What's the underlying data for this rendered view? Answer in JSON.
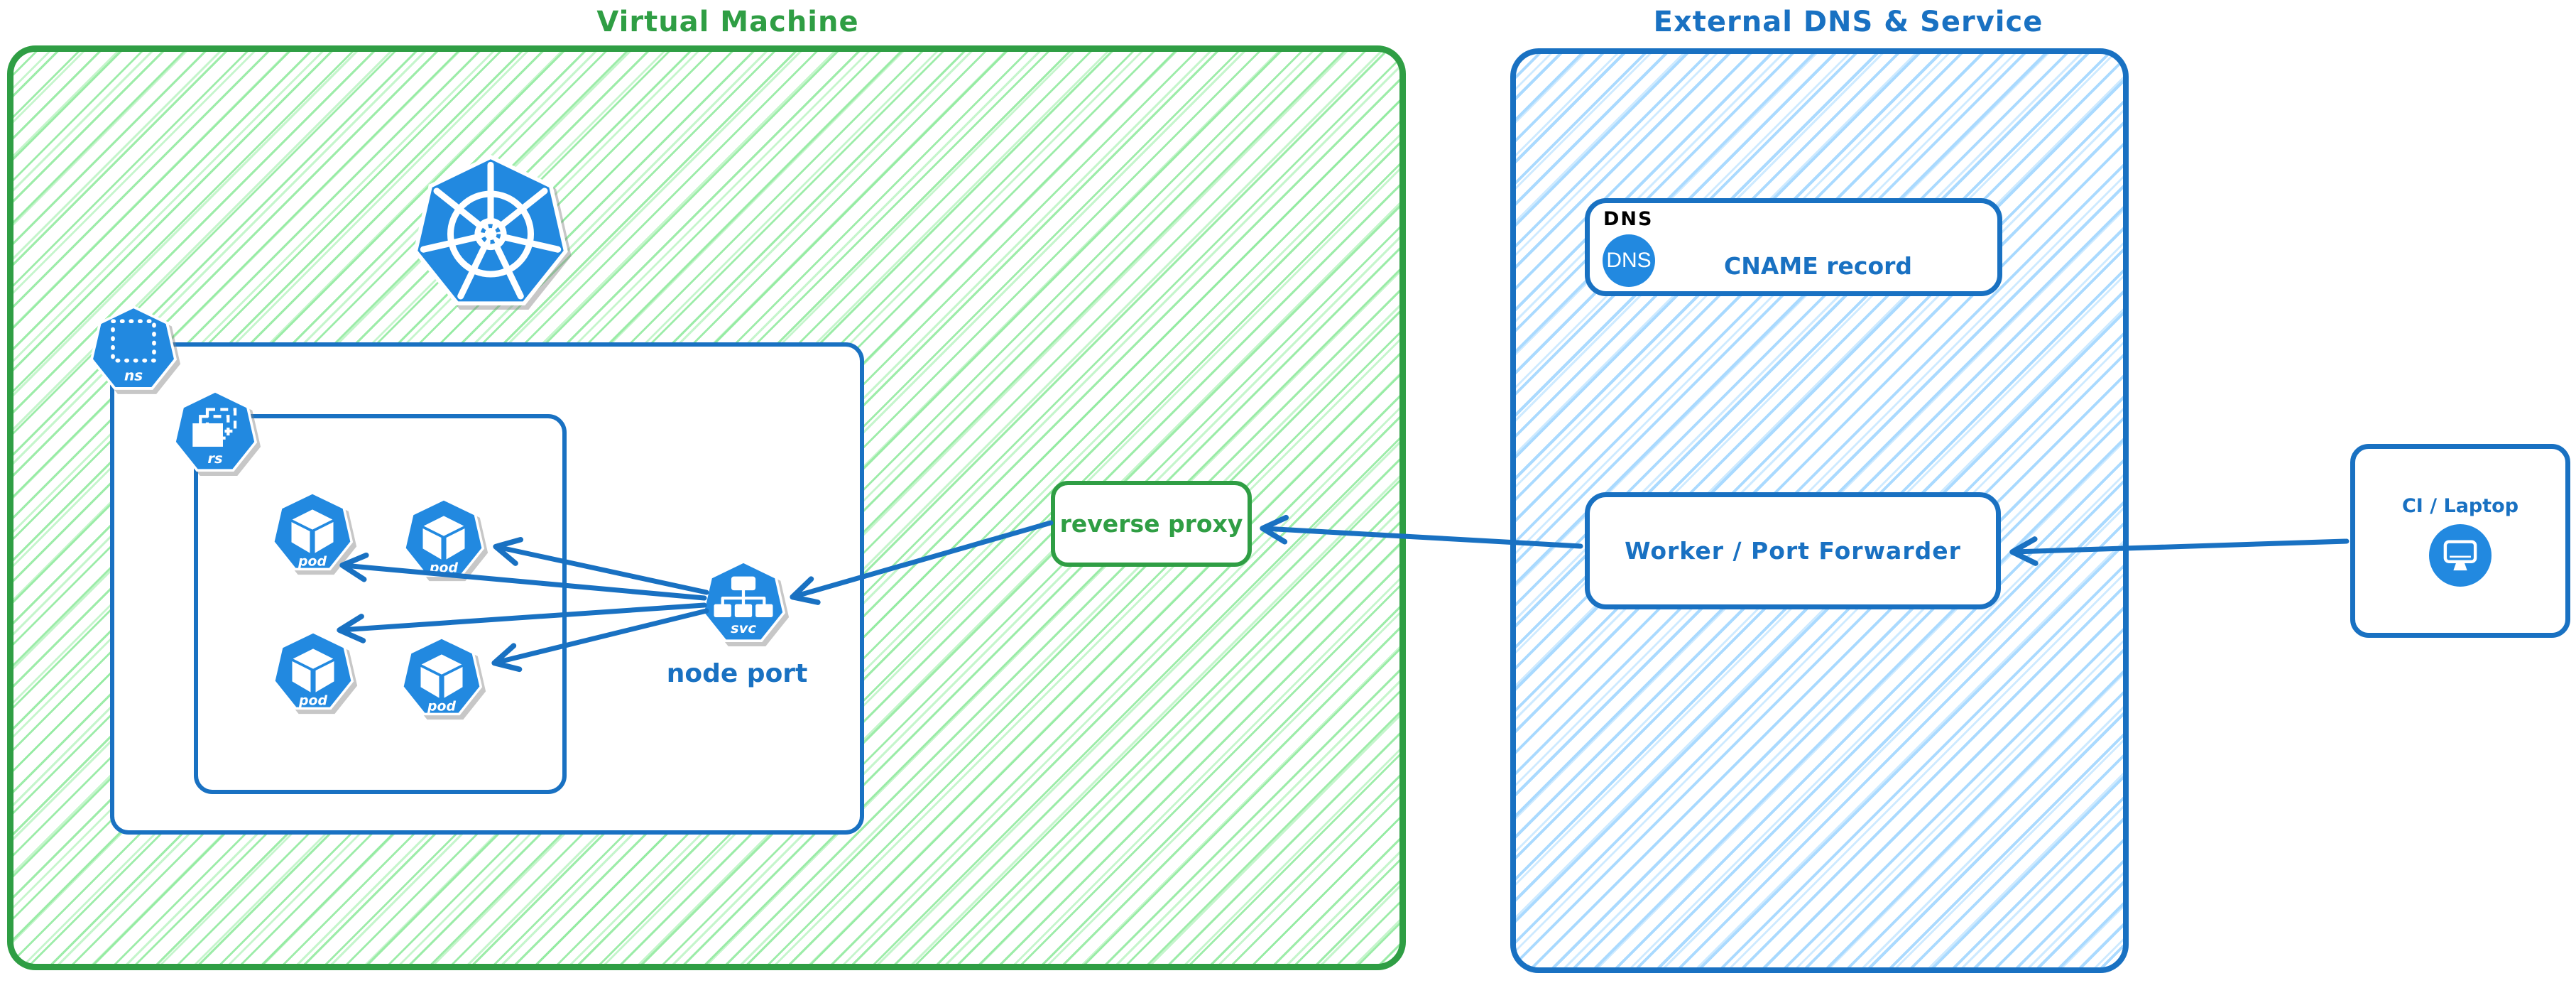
{
  "colors": {
    "green": "#2f9e44",
    "blue": "#1971c2",
    "icon_blue": "#2289e0",
    "hatch_green": "#8ce99a",
    "hatch_blue": "#a5d8ff",
    "dns_tag_black": "#000000"
  },
  "vm": {
    "title": "Virtual Machine",
    "kubernetes_logo_icon": "kubernetes-helm-wheel",
    "namespace": {
      "badge": "ns"
    },
    "replicaset": {
      "badge": "rs"
    },
    "pods": [
      {
        "label": "pod"
      },
      {
        "label": "pod"
      },
      {
        "label": "pod"
      },
      {
        "label": "pod"
      }
    ],
    "service": {
      "badge": "svc",
      "caption": "node port"
    },
    "reverse_proxy": {
      "label": "reverse proxy"
    }
  },
  "external": {
    "title": "External DNS & Service",
    "cname": {
      "tag": "DNS",
      "badge": "DNS",
      "label": "CNAME record"
    },
    "worker": {
      "label": "Worker / Port Forwarder"
    }
  },
  "client": {
    "label": "CI / Laptop",
    "icon": "monitor"
  }
}
